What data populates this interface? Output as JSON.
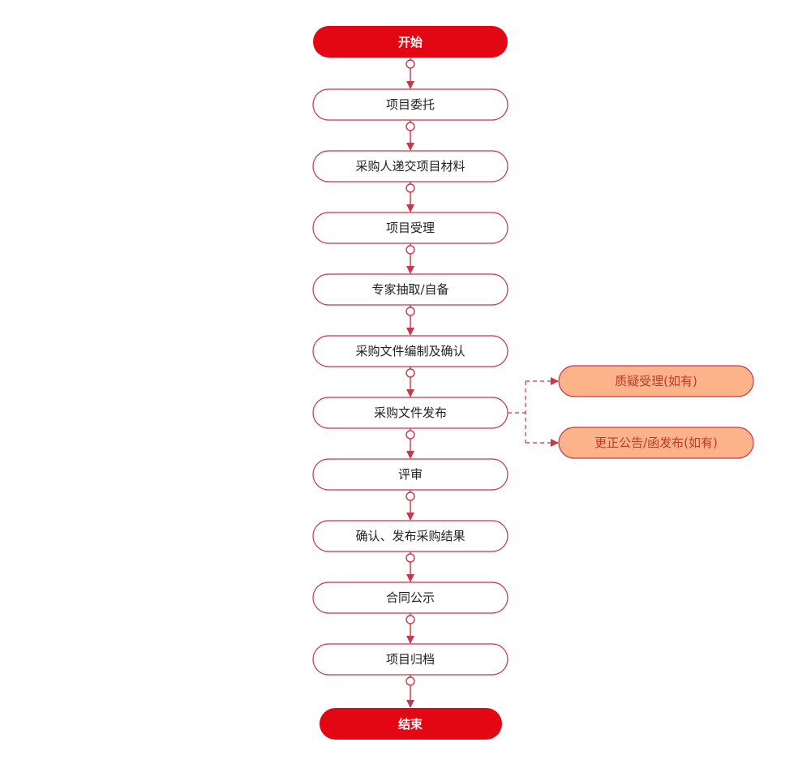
{
  "colors": {
    "accent": "#e30613",
    "stroke": "#c8374a",
    "side_fill": "#fdb38a",
    "side_text": "#c0392b",
    "node_fill": "#ffffff",
    "text": "#222222"
  },
  "flow": {
    "start_label": "开始",
    "steps": [
      {
        "label": "项目委托"
      },
      {
        "label": "采购人递交项目材料"
      },
      {
        "label": "项目受理"
      },
      {
        "label": "专家抽取/自备"
      },
      {
        "label": "采购文件编制及确认"
      },
      {
        "label": "采购文件发布"
      },
      {
        "label": "评审"
      },
      {
        "label": "确认、发布采购结果"
      },
      {
        "label": "合同公示"
      },
      {
        "label": "项目归档"
      }
    ],
    "end_label": "结束",
    "branch_from_step": 5,
    "side_steps": [
      {
        "label": "质疑受理(如有)"
      },
      {
        "label": "更正公告/函发布(如有)"
      }
    ]
  }
}
